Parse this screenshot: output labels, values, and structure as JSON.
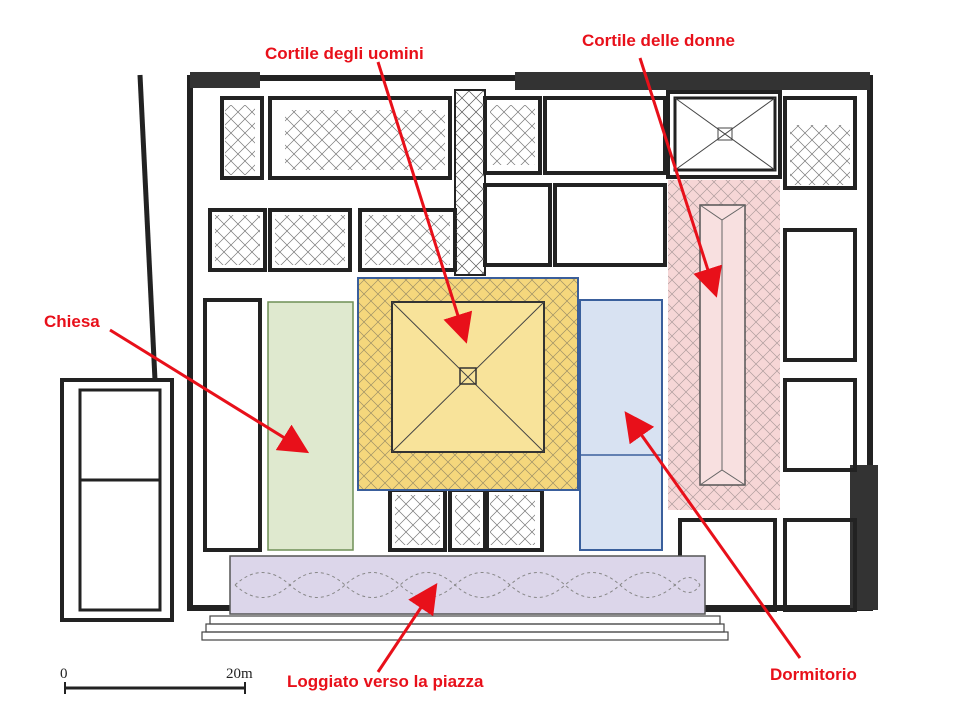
{
  "labels": {
    "mens_courtyard": "Cortile degli uomini",
    "womens_courtyard": "Cortile delle donne",
    "church": "Chiesa",
    "dormitory": "Dormitorio",
    "loggia": "Loggiato verso la piazza"
  },
  "scale": {
    "start": "0",
    "end": "20m"
  },
  "colors": {
    "label": "#e8101a",
    "arrow": "#e8101a",
    "mens_courtyard_fill": "#f5d77c",
    "womens_courtyard_fill": "#f6d6d6",
    "church_fill": "#dfe9cf",
    "dormitory_fill": "#d8e2f2",
    "dormitory_border": "#3a5f9c",
    "loggia_fill": "#dcd6ea",
    "wall": "#222222"
  }
}
